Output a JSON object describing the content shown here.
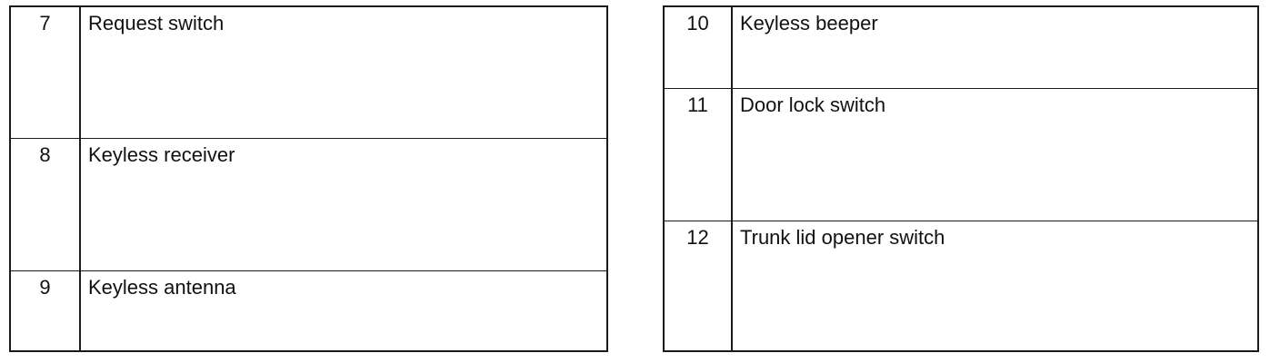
{
  "left_table": {
    "rows": [
      {
        "number": "7",
        "name": "Request switch"
      },
      {
        "number": "8",
        "name": "Keyless receiver"
      },
      {
        "number": "9",
        "name": "Keyless antenna"
      }
    ]
  },
  "right_table": {
    "rows": [
      {
        "number": "10",
        "name": "Keyless beeper"
      },
      {
        "number": "11",
        "name": "Door lock switch"
      },
      {
        "number": "12",
        "name": "Trunk lid opener switch"
      }
    ]
  }
}
